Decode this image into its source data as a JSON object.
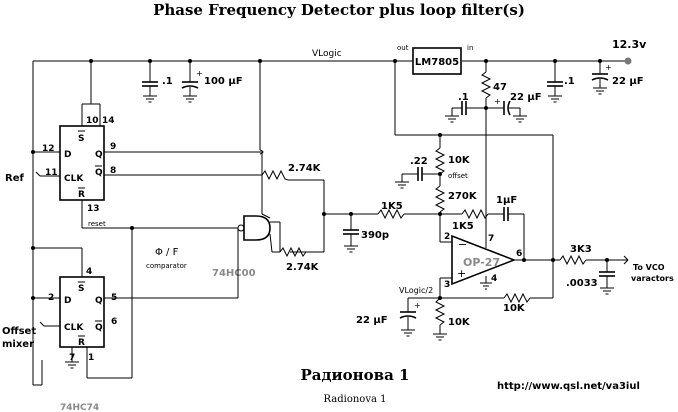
{
  "title": "Phase Frequency Detector plus loop filter(s)",
  "bottom_title": "Радионова 1",
  "bottom_caption": "Radionova 1",
  "url": "http://www.qsl.net/va3iul",
  "supply": {
    "voltage": "12.3v",
    "rail_label": "VLogic",
    "regulator": "LM7805",
    "reg_in": "in",
    "reg_out": "out"
  },
  "capacitors": {
    "c_rail_1": ".1",
    "c_rail_2": "100 µF",
    "c_in_1": ".1",
    "c_in_2": "22 µF",
    "c_opa_1": ".1",
    "c_opa_2": "22 µF",
    "c_offset": ".22",
    "c_filter": "390p",
    "c_fb": "1µF",
    "c_out": ".0033",
    "c_bias": "22 µF"
  },
  "resistors": {
    "r_47": "47",
    "r_10k_top": "10K",
    "r_270k": "270K",
    "r_1k5_in": "1K5",
    "r_1k5_fb": "1K5",
    "r_2_74k_top": "2.74K",
    "r_2_74k_bot": "2.74K",
    "r_3k3": "3K3",
    "r_10k_fb": "10K",
    "r_10k_bias": "10K"
  },
  "ics": {
    "ff_top": {
      "s": "S",
      "r": "R",
      "d": "D",
      "q": "Q",
      "qbar": "Q",
      "clk": "CLK",
      "pins": {
        "d": "12",
        "clk": "11",
        "s": "10",
        "vcc": "14",
        "q": "9",
        "qbar": "8",
        "r": "13"
      },
      "reset_label": "reset"
    },
    "ff_bot": {
      "s": "S",
      "r": "R",
      "d": "D",
      "q": "Q",
      "qbar": "Q",
      "clk": "CLK",
      "pins": {
        "s": "4",
        "d": "2",
        "q": "5",
        "qbar": "6",
        "gnd": "7",
        "r": "1"
      }
    },
    "nand_part": "74HC00",
    "ff_part": "74HC74",
    "opamp": {
      "name": "OP-27",
      "pins": {
        "inv": "2",
        "noninv": "3",
        "vplus": "7",
        "vminus": "4",
        "out": "6"
      }
    }
  },
  "labels": {
    "ref": "Ref",
    "offset_mixer_1": "Offset",
    "offset_mixer_2": "mixer",
    "comparator_1": "Φ / F",
    "comparator_2": "comparator",
    "offset": "offset",
    "vlogic_half": "VLogic/2",
    "to_vco_1": "To VCO",
    "to_vco_2": "varactors"
  }
}
